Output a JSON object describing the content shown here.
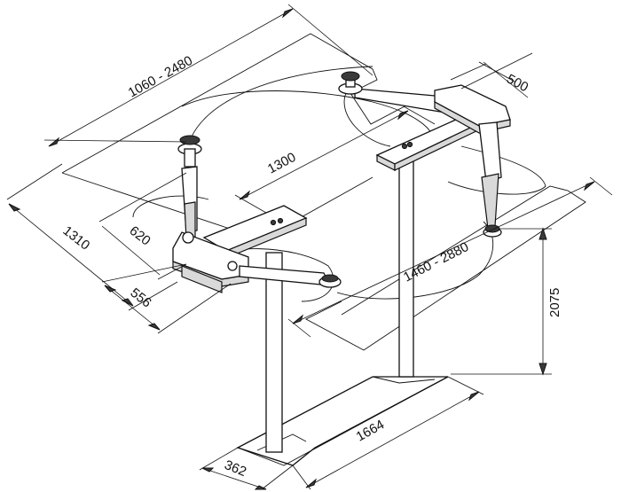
{
  "dimensions": {
    "width_range": "1060 - 2480",
    "arm_offset": "500",
    "span": "1300",
    "total_length": "1310",
    "inner_offset": "620",
    "pad_offset": "556",
    "length_range": "1460 - 2880",
    "height": "2075",
    "base_length": "1664",
    "base_width": "362"
  },
  "colors": {
    "line": "#111111",
    "fill": "#ffffff",
    "shade": "#d9d9d9"
  }
}
